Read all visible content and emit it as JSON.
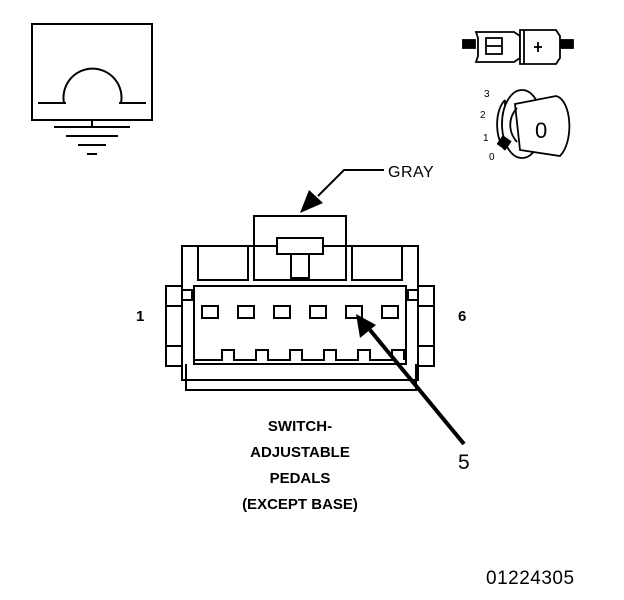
{
  "connector": {
    "color_label": "GRAY",
    "pin_left": "1",
    "pin_right": "6",
    "callout_pin": "5"
  },
  "title_lines": [
    "SWITCH-",
    "ADJUSTABLE",
    "PEDALS",
    "(EXCEPT BASE)"
  ],
  "figure_number": "01224305",
  "ignition": {
    "positions": [
      "3",
      "2",
      "1",
      "0"
    ],
    "key_label": "0"
  },
  "icons": {
    "ground_symbol": "omega-ground-icon",
    "connector_view": "connector-plug-icon",
    "ignition_key": "ignition-key-icon"
  }
}
